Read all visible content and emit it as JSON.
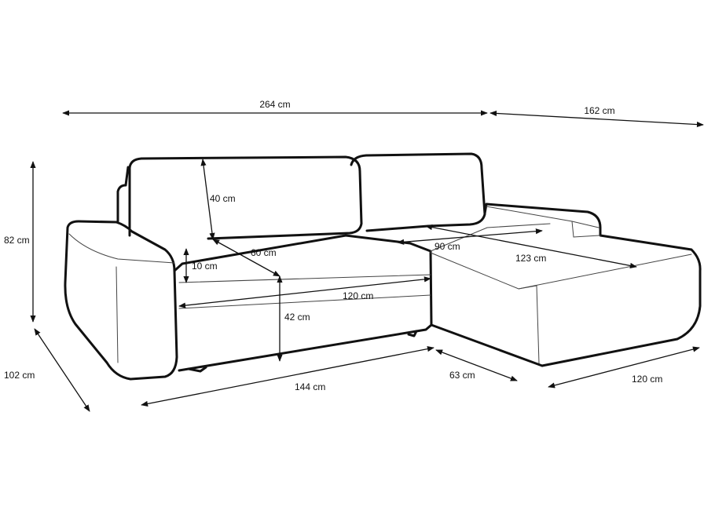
{
  "colors": {
    "line": "#111111",
    "background": "#ffffff"
  },
  "dimensions": {
    "total_width": "264 cm",
    "chaise_length": "162 cm",
    "height": "82 cm",
    "depth": "102 cm",
    "back_cushion": "40 cm",
    "seat_depth": "60 cm",
    "seat_cushion_thickness": "10 cm",
    "seat_width_front": "120 cm",
    "seat_height": "42 cm",
    "chaise_depth_inner": "90 cm",
    "chaise_length_inner": "123 cm",
    "base_width": "144 cm",
    "chaise_offset": "63 cm",
    "chaise_width": "120 cm"
  }
}
